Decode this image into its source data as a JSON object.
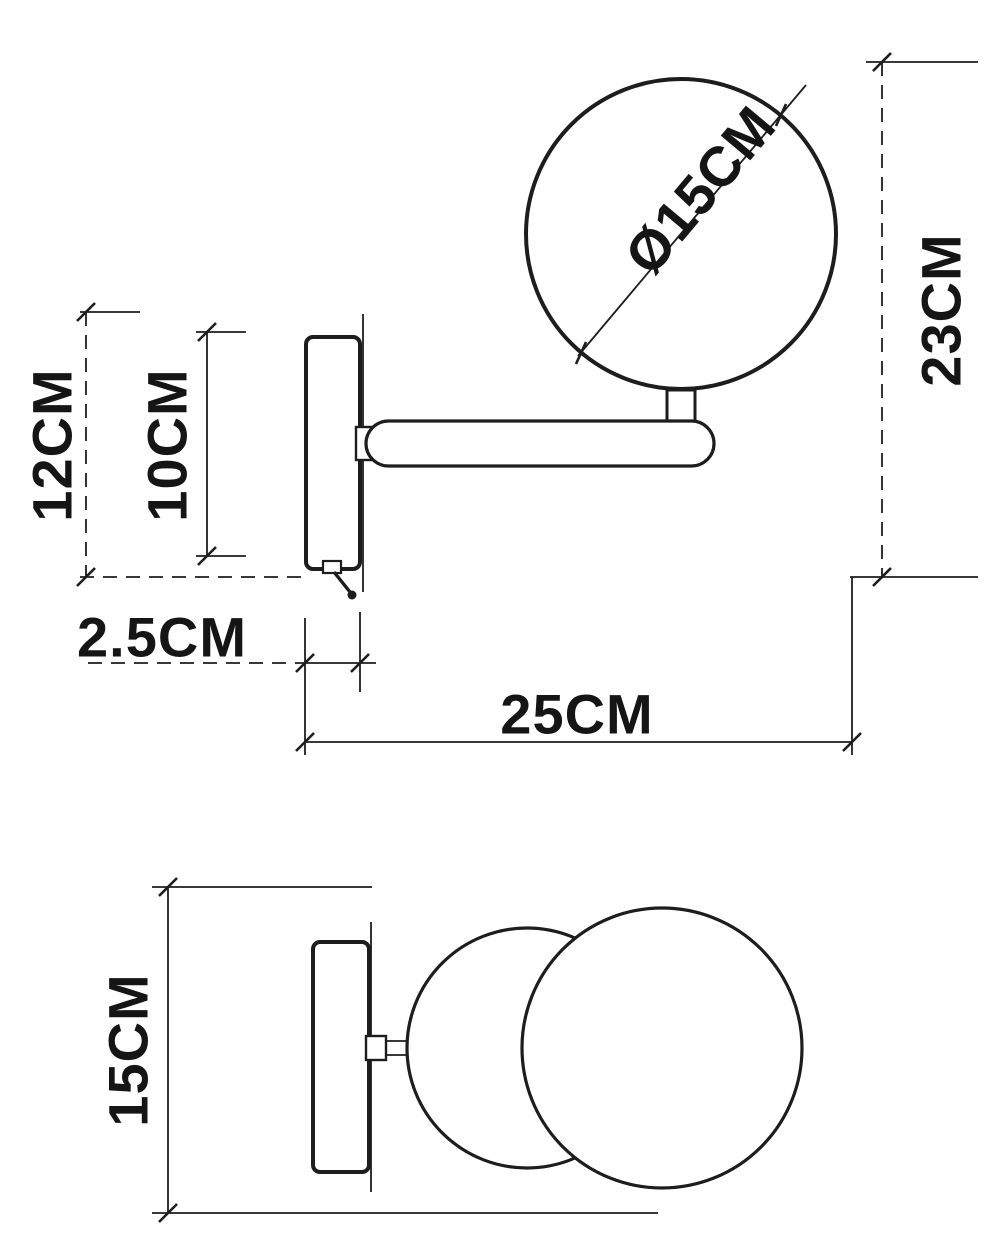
{
  "colors": {
    "background": "#ffffff",
    "line": "#1d1d1d"
  },
  "front_view": {
    "labels": {
      "diameter": "Ø15CM",
      "bracket_height": "12CM",
      "plate_height": "10CM",
      "overall_height": "23CM",
      "plate_depth": "2.5CM",
      "arm_reach": "25CM"
    }
  },
  "top_view": {
    "labels": {
      "shade_diameter": "15CM"
    }
  }
}
